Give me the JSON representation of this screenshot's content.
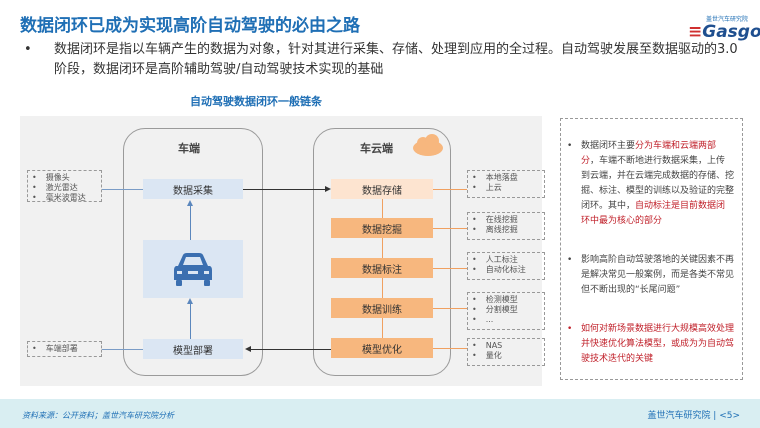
{
  "header": {
    "title": "数据闭环已成为实现高阶自动驾驶的必由之路",
    "logo_top": "盖世汽车研究院",
    "logo_main": "Gasgoo"
  },
  "intro": {
    "bullet": "•",
    "text": "数据闭环是指以车辆产生的数据为对象，针对其进行采集、存储、处理到应用的全过程。自动驾驶发展至数据驱动的3.0阶段，数据闭环是高阶辅助驾驶/自动驾驶技术实现的基础"
  },
  "diagram": {
    "title": "自动驾驶数据闭环一般链条",
    "car_lane": {
      "title": "车端",
      "collect": "数据采集",
      "deploy": "模型部署",
      "collect_items": [
        "摄像头",
        "激光雷达",
        "毫米波雷达"
      ],
      "deploy_items": [
        "车端部署"
      ]
    },
    "cloud_lane": {
      "title": "车云端",
      "steps": [
        {
          "label": "数据存储",
          "items": [
            "本地落盘",
            "上云"
          ]
        },
        {
          "label": "数据挖掘",
          "items": [
            "在线挖掘",
            "离线挖掘"
          ]
        },
        {
          "label": "数据标注",
          "items": [
            "人工标注",
            "自动化标注"
          ]
        },
        {
          "label": "数据训练",
          "items": [
            "检测模型",
            "分割模型",
            "..."
          ]
        },
        {
          "label": "模型优化",
          "items": [
            "NAS",
            "量化"
          ]
        }
      ]
    }
  },
  "notes": {
    "n1": {
      "a": "数据闭环主要",
      "b": "分为车端和云端两部分",
      "c": "，车端不断地进行数据采集，上传到云端，并在云端完成数据的存储、挖掘、标注、模型的训练以及验证的完整闭环。其中，",
      "d": "自动标注是目前数据闭环中最为核心的部分"
    },
    "n2": "影响高阶自动驾驶落地的关键因素不再是解决常见一般案例，而是各类不常见但不断出现的“长尾问题”",
    "n3": "如何对新场景数据进行大规模高效处理并快速优化算法模型，或成为为自动驾驶技术迭代的关键"
  },
  "footer": {
    "source": "资料来源：公开资料；盖世汽车研究院分析",
    "page": "盖世汽车研究院 | <5>"
  },
  "colors": {
    "accent": "#1f6fb5",
    "orange": "#f7b77e",
    "red": "#c0202a"
  }
}
